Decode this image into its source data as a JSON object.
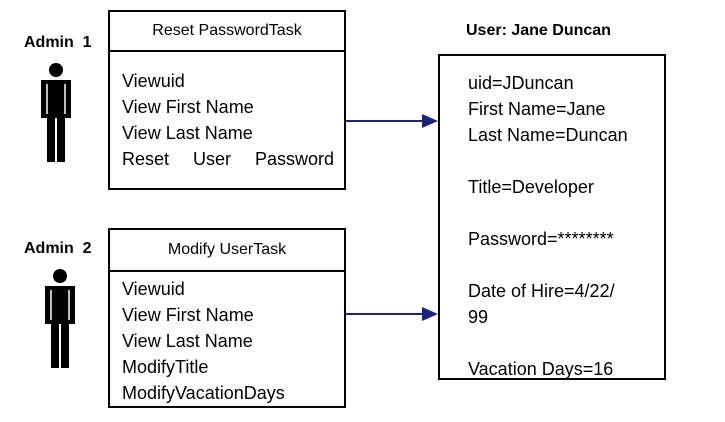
{
  "admin1": {
    "label": "Admin  1"
  },
  "admin2": {
    "label": "Admin  2"
  },
  "reset_task": {
    "title": "Reset PasswordTask",
    "items": [
      "Viewuid",
      "View First Name",
      "View Last Name"
    ],
    "last_item_words": [
      "Reset",
      "User",
      "Password"
    ]
  },
  "modify_task": {
    "title": "Modify UserTask",
    "items": [
      "Viewuid",
      "View First Name",
      "View Last Name",
      "ModifyTitle",
      "ModifyVacationDays"
    ]
  },
  "user": {
    "title": "User: Jane Duncan",
    "uid": "uid=JDuncan",
    "first_name": "First Name=Jane",
    "last_name": "Last Name=Duncan",
    "title_field": "Title=Developer",
    "password": "Password=********",
    "hire_line1": "Date of Hire=4/22/",
    "hire_line2": "99",
    "vacation": "Vacation Days=16"
  },
  "colors": {
    "arrow": "#1a237e",
    "border": "#000000"
  },
  "icons": [
    "person-icon",
    "person-icon"
  ]
}
